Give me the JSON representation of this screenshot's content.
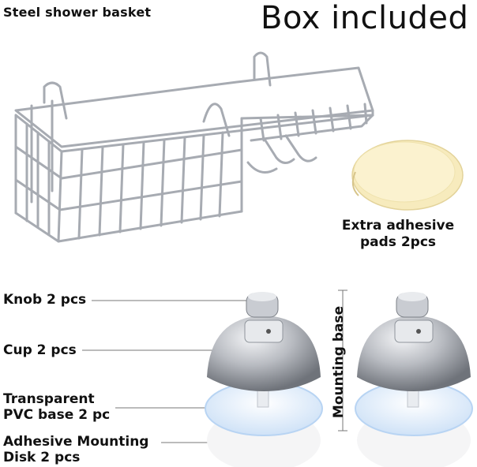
{
  "header": {
    "basket_title": "Steel shower basket",
    "box_title": "Box included"
  },
  "pads": {
    "label_line1": "Extra adhesive",
    "label_line2": "pads 2pcs"
  },
  "parts": {
    "knob": "Knob 2 pcs",
    "cup": "Cup 2 pcs",
    "pvc_line1": "Transparent",
    "pvc_line2": "PVC base 2 pc",
    "disk_line1": "Adhesive Mounting",
    "disk_line2": "Disk 2 pcs"
  },
  "mounting_base_label": "Mounting base",
  "colors": {
    "steel": "#9a9ea6",
    "pad": "#f6e9b6",
    "suction": "#cfe6ff"
  }
}
